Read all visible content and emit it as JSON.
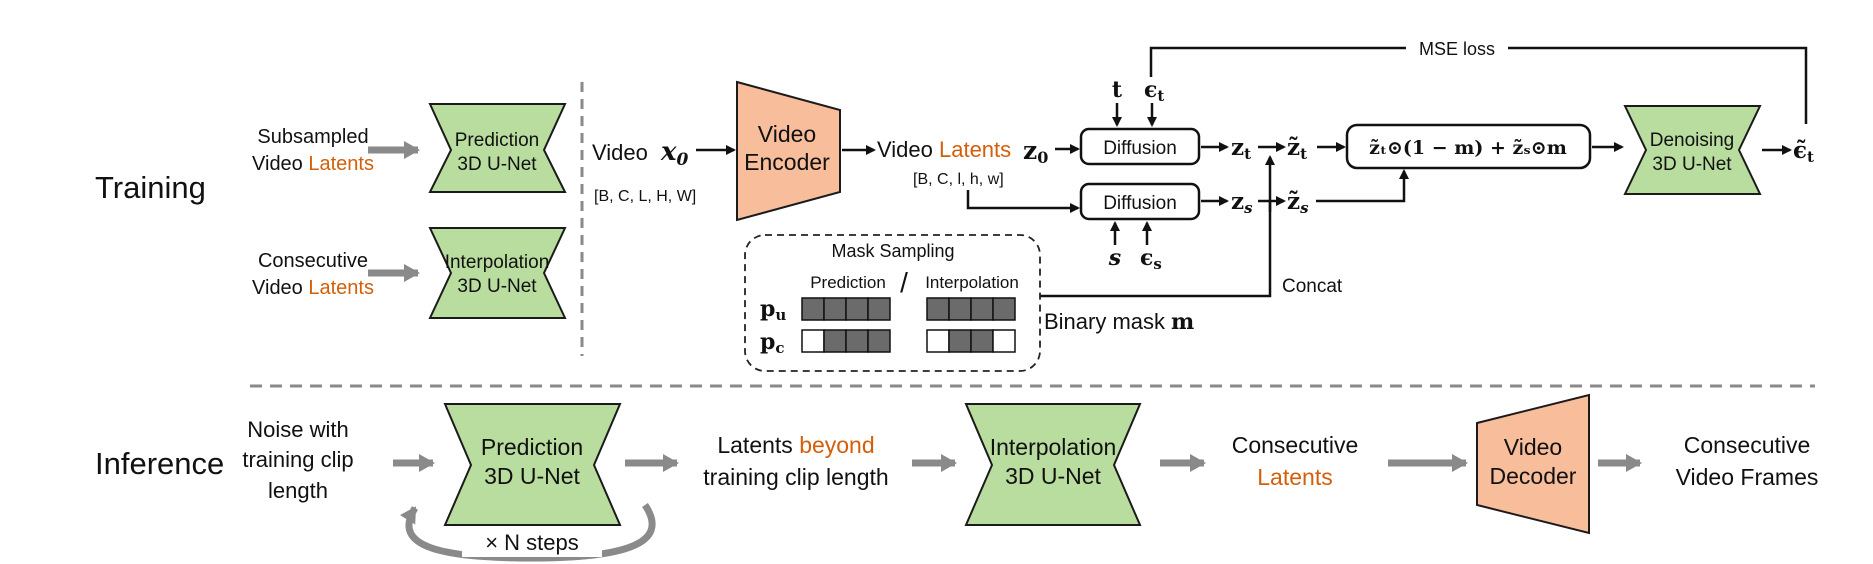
{
  "training": {
    "section_label": "Training",
    "subsampled_line1": "Subsampled",
    "subsampled_line2_prefix": "Video ",
    "subsampled_line2_highlight": "Latents",
    "consecutive_line1": "Consecutive",
    "consecutive_line2_prefix": "Video ",
    "consecutive_line2_highlight": "Latents",
    "prediction_unet_line1": "Prediction",
    "prediction_unet_line2": "3D U-Net",
    "interpolation_unet_line1": "Interpolation",
    "interpolation_unet_line2": "3D U-Net",
    "video_input_label": "Video",
    "video_input_var": "x",
    "video_input_sub": "0",
    "video_shape": "[B, C, L, H, W]",
    "encoder_line1": "Video",
    "encoder_line2": "Encoder",
    "latents_prefix": "Video ",
    "latents_highlight": "Latents",
    "latents_var": "z",
    "latents_sub": "0",
    "latents_shape": "[B, C, l, h, w]",
    "diffusion_top": "Diffusion",
    "diffusion_bottom": "Diffusion",
    "t_label": "t",
    "eps_t": "ϵ",
    "eps_t_sub": "t",
    "s_label": "s",
    "eps_s": "ϵ",
    "eps_s_sub": "s",
    "zt": "z",
    "zt_sub": "t",
    "zs": "z",
    "zs_sub": "s",
    "zt_tilde": "z̃",
    "zs_tilde": "z̃",
    "combine_formula": "z̃ₜ⊙(1 − m) + z̃ₛ⊙m",
    "mse_label": "MSE loss",
    "denoise_line1": "Denoising",
    "denoise_line2": "3D U-Net",
    "eps_out": "ϵ̃",
    "eps_out_sub": "t",
    "concat_label": "Concat",
    "binary_mask_label": "Binary mask",
    "binary_mask_var": "m",
    "mask_title": "Mask Sampling",
    "mask_prediction": "Prediction",
    "mask_slash": "/",
    "mask_interpolation": "Interpolation",
    "pu_label": "p",
    "pu_sub": "u",
    "pc_label": "p",
    "pc_sub": "c",
    "mask_pattern_pu_pred": [
      1,
      1,
      1,
      1
    ],
    "mask_pattern_pu_interp": [
      1,
      1,
      1,
      1
    ],
    "mask_pattern_pc_pred": [
      0,
      1,
      1,
      1
    ],
    "mask_pattern_pc_interp": [
      0,
      1,
      1,
      0
    ]
  },
  "inference": {
    "section_label": "Inference",
    "noise_line1": "Noise with",
    "noise_line2": "training clip",
    "noise_line3": "length",
    "prediction_line1": "Prediction",
    "prediction_line2": "3D U-Net",
    "loop_label": "× N steps",
    "beyond_prefix": "Latents ",
    "beyond_highlight": "beyond",
    "beyond_line2": "training clip length",
    "interp_line1": "Interpolation",
    "interp_line2": "3D U-Net",
    "consec_line1": "Consecutive",
    "consec_line2": "Latents",
    "decoder_line1": "Video",
    "decoder_line2": "Decoder",
    "frames_line1": "Consecutive",
    "frames_line2": "Video Frames"
  },
  "colors": {
    "unet_fill": "#b9dc9f",
    "unet_stroke": "#1b1b1b",
    "codec_fill": "#f8bd9a",
    "highlight": "#d45f0a",
    "gray_arrow": "#8a8a8a",
    "mask_filled": "#6b6b6b"
  }
}
